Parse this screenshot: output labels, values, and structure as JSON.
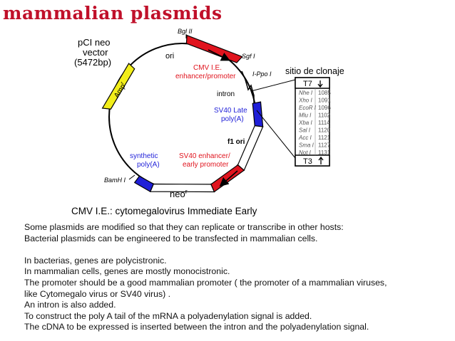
{
  "title": "mammalian plasmids",
  "diagram": {
    "vector_name": [
      "pCI neo",
      "vector",
      "(5472bp)"
    ],
    "labels": {
      "bglII": "Bgl II",
      "sgfI": "Sgf I",
      "ippoI": "I-Ppo I",
      "ori": "ori",
      "cmv": [
        "CMV I.E.",
        "enhancer/promoter"
      ],
      "intron": "intron",
      "sv40_late": [
        "SV40 Late",
        "poly(A)"
      ],
      "f1_ori": "f1 ori",
      "sv40_enh": [
        "SV40 enhancer/",
        "early promoter"
      ],
      "neo": "neo",
      "neo_sup": "r",
      "synthetic": [
        "synthetic",
        "poly(A)"
      ],
      "bamhI": "BamH I",
      "ampr": "Amp",
      "ampr_sup": "r"
    },
    "cloning_site": {
      "title": "sitio de clonaje",
      "t7": "T7",
      "t3": "T3",
      "sites": [
        {
          "enzyme": "Nhe I",
          "position": "1085"
        },
        {
          "enzyme": "Xho I",
          "position": "1091"
        },
        {
          "enzyme": "EcoR I",
          "position": "1096"
        },
        {
          "enzyme": "Mlu I",
          "position": "1102"
        },
        {
          "enzyme": "Xba I",
          "position": "1114"
        },
        {
          "enzyme": "Sal I",
          "position": "1120"
        },
        {
          "enzyme": "Acc I",
          "position": "1121"
        },
        {
          "enzyme": "Sma I",
          "position": "1127"
        },
        {
          "enzyme": "Not I",
          "position": "1131"
        }
      ]
    },
    "caption": "CMV I.E.: cytomegalovirus Immediate Early",
    "colors": {
      "promoter": "#e0141e",
      "polyA": "#1f1fd8",
      "ampr": "#f2ee1a",
      "title": "#c0102a"
    }
  },
  "body": [
    "Some plasmids are modified so that they can replicate or transcribe in other hosts:",
    "Bacterial plasmids can be engineered to be transfected in mammalian cells.",
    "",
    "In bacterias, genes are polycistronic.",
    "In mammalian cells, genes are mostly monocistronic.",
    "The promoter should be a good mammalian promoter ( the promoter of a mammalian viruses,",
    "like Cytomegalo virus or SV40 virus) .",
    "An intron is also added.",
    "To construct the poly A tail of the mRNA a polyadenylation signal is added.",
    "The cDNA to be expressed is inserted between the intron and the polyadenylation signal."
  ]
}
